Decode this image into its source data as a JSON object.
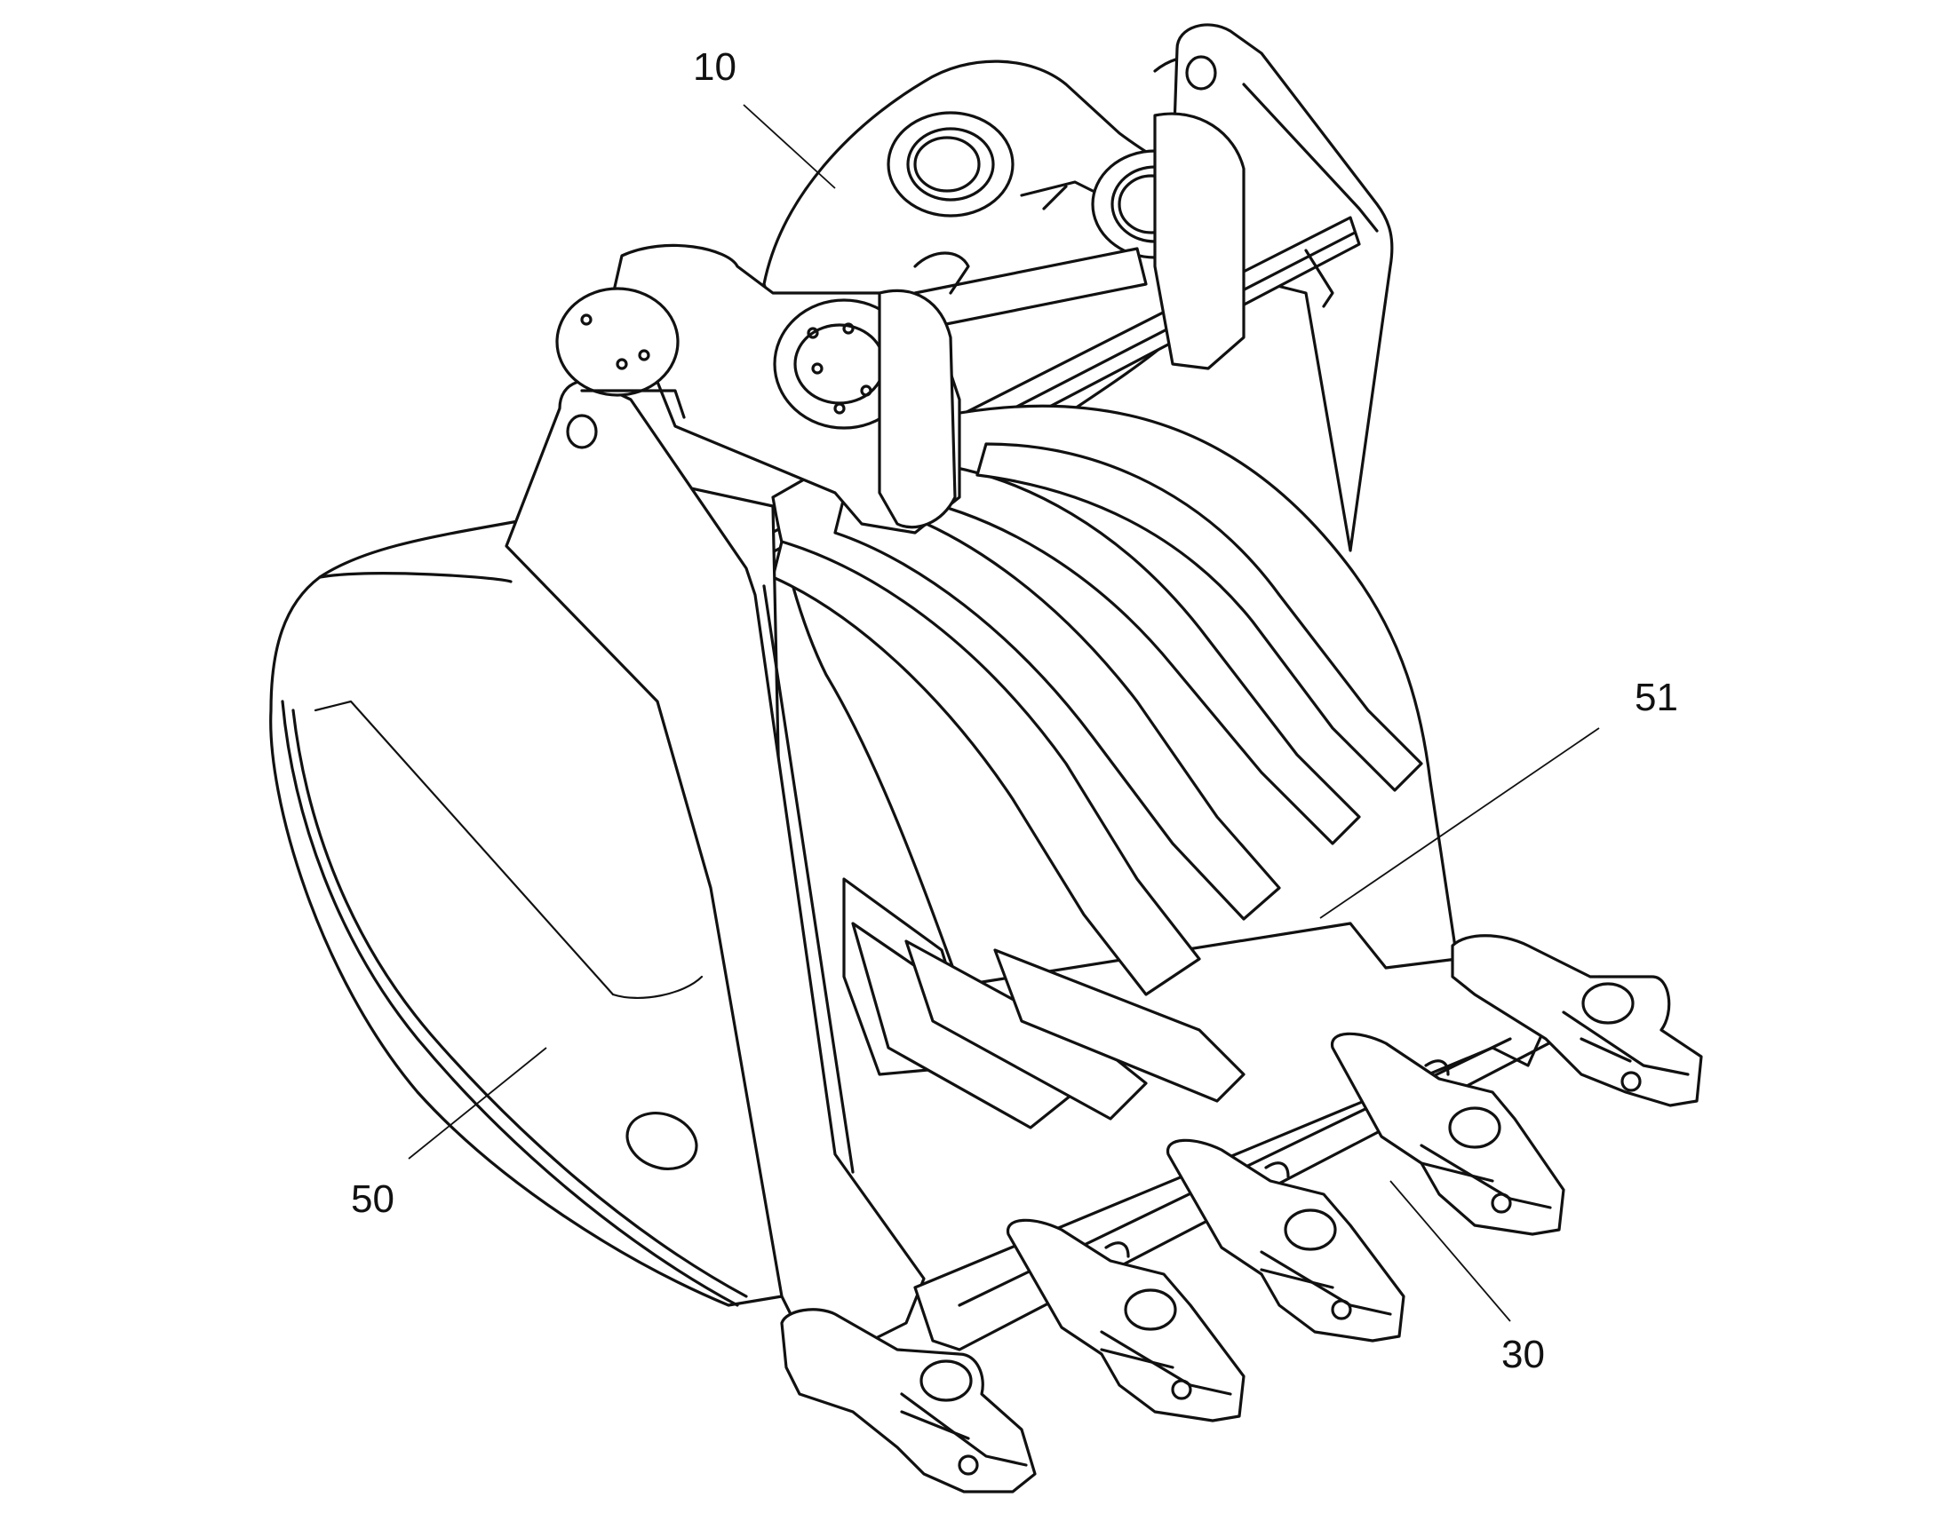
{
  "figure": {
    "labels": [
      {
        "id": "label-10",
        "text": "10"
      },
      {
        "id": "label-51",
        "text": "51"
      },
      {
        "id": "label-50",
        "text": "50"
      },
      {
        "id": "label-30",
        "text": "30"
      }
    ]
  }
}
